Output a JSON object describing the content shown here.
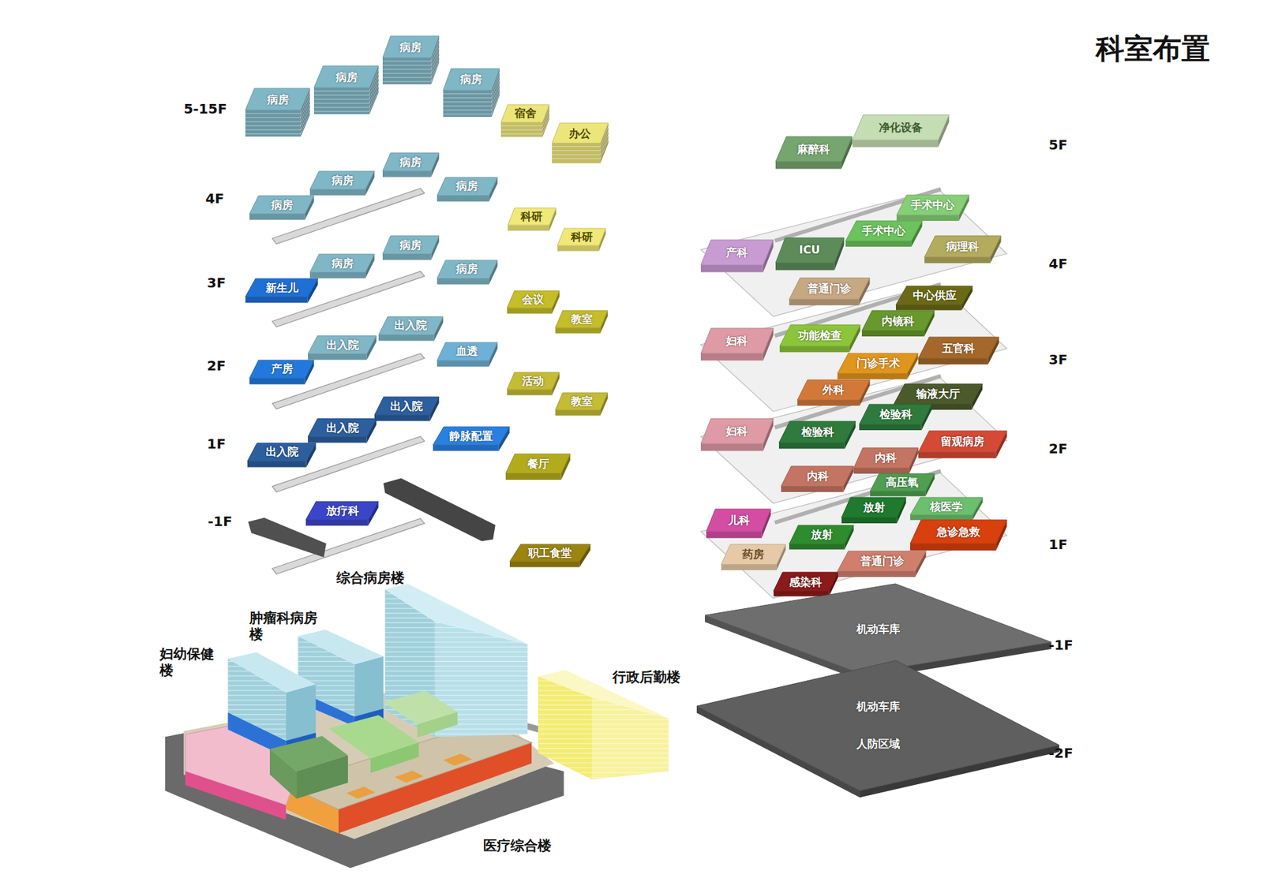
{
  "diagram": {
    "title": "科室布置",
    "nodes": [
      {
        "text": [
          "病房"
        ]
      },
      {
        "text": [
          "病房"
        ]
      },
      {
        "text": [
          "病房"
        ]
      },
      {
        "text": [
          "病房"
        ]
      },
      {
        "text": [
          "宿舍"
        ]
      },
      {
        "text": [
          "办公"
        ]
      },
      {
        "text": [
          "病房"
        ]
      },
      {
        "text": [
          "病房"
        ]
      },
      {
        "text": [
          "病房"
        ]
      },
      {
        "text": [
          "病房"
        ]
      },
      {
        "text": [
          "科研"
        ]
      },
      {
        "text": [
          "科研"
        ]
      },
      {
        "text": [
          "新生儿"
        ]
      },
      {
        "text": [
          "病房"
        ]
      },
      {
        "text": [
          "病房"
        ]
      },
      {
        "text": [
          "病房"
        ]
      },
      {
        "text": [
          "会议"
        ]
      },
      {
        "text": [
          "教室"
        ]
      },
      {
        "text": [
          "产房"
        ]
      },
      {
        "text": [
          "出入院"
        ]
      },
      {
        "text": [
          "出入院"
        ]
      },
      {
        "text": [
          "血透"
        ]
      },
      {
        "text": [
          "活动"
        ]
      },
      {
        "text": [
          "教室"
        ]
      },
      {
        "text": [
          "出入院"
        ]
      },
      {
        "text": [
          "出入院"
        ]
      },
      {
        "text": [
          "出入院"
        ]
      },
      {
        "text": [
          "静脉配置"
        ]
      },
      {
        "text": [
          "餐厅"
        ]
      },
      {
        "text": [
          "放疗科"
        ]
      },
      {
        "text": [
          "职工食堂"
        ]
      },
      {
        "text": [
          "麻醉科"
        ]
      },
      {
        "text": [
          "净化设备"
        ]
      },
      {
        "text": [
          "产科"
        ]
      },
      {
        "text": [
          "ICU"
        ]
      },
      {
        "text": [
          "手术中心"
        ]
      },
      {
        "text": [
          "手术中心"
        ]
      },
      {
        "text": [
          "病理科"
        ]
      },
      {
        "text": [
          "普通门诊"
        ]
      },
      {
        "text": [
          "妇科"
        ]
      },
      {
        "text": [
          "功能检查"
        ]
      },
      {
        "text": [
          "内镜科"
        ]
      },
      {
        "text": [
          "中心供应"
        ]
      },
      {
        "text": [
          "五官科"
        ]
      },
      {
        "text": [
          "外科"
        ]
      },
      {
        "text": [
          "门诊手术"
        ]
      },
      {
        "text": [
          "输液大厅"
        ]
      },
      {
        "text": [
          "妇科"
        ]
      },
      {
        "text": [
          "检验科"
        ]
      },
      {
        "text": [
          "检验科"
        ]
      },
      {
        "text": [
          "留观病房"
        ]
      },
      {
        "text": [
          "内科"
        ]
      },
      {
        "text": [
          "内科"
        ]
      },
      {
        "text": [
          "高压氧"
        ]
      },
      {
        "text": [
          "核医学"
        ]
      },
      {
        "text": [
          "儿科"
        ]
      },
      {
        "text": [
          "放射"
        ]
      },
      {
        "text": [
          "放射"
        ]
      },
      {
        "text": [
          "急诊急救"
        ]
      },
      {
        "text": [
          "药房"
        ]
      },
      {
        "text": [
          "普通门诊"
        ]
      },
      {
        "text": [
          "感染科"
        ]
      },
      {
        "text": [
          "机动车库"
        ]
      },
      {
        "text": [
          "机动车库",
          "人防区域"
        ]
      }
    ],
    "labels": [
      "5-15F",
      "4F",
      "3F",
      "2F",
      "1F",
      "-1F",
      "5F",
      "4F",
      "3F",
      "2F",
      "1F",
      "-1F",
      "-2F",
      "综合病房楼",
      "肿瘤科病房楼",
      "妇幼保健楼",
      "行政后勤楼",
      "医疗综合楼"
    ]
  }
}
